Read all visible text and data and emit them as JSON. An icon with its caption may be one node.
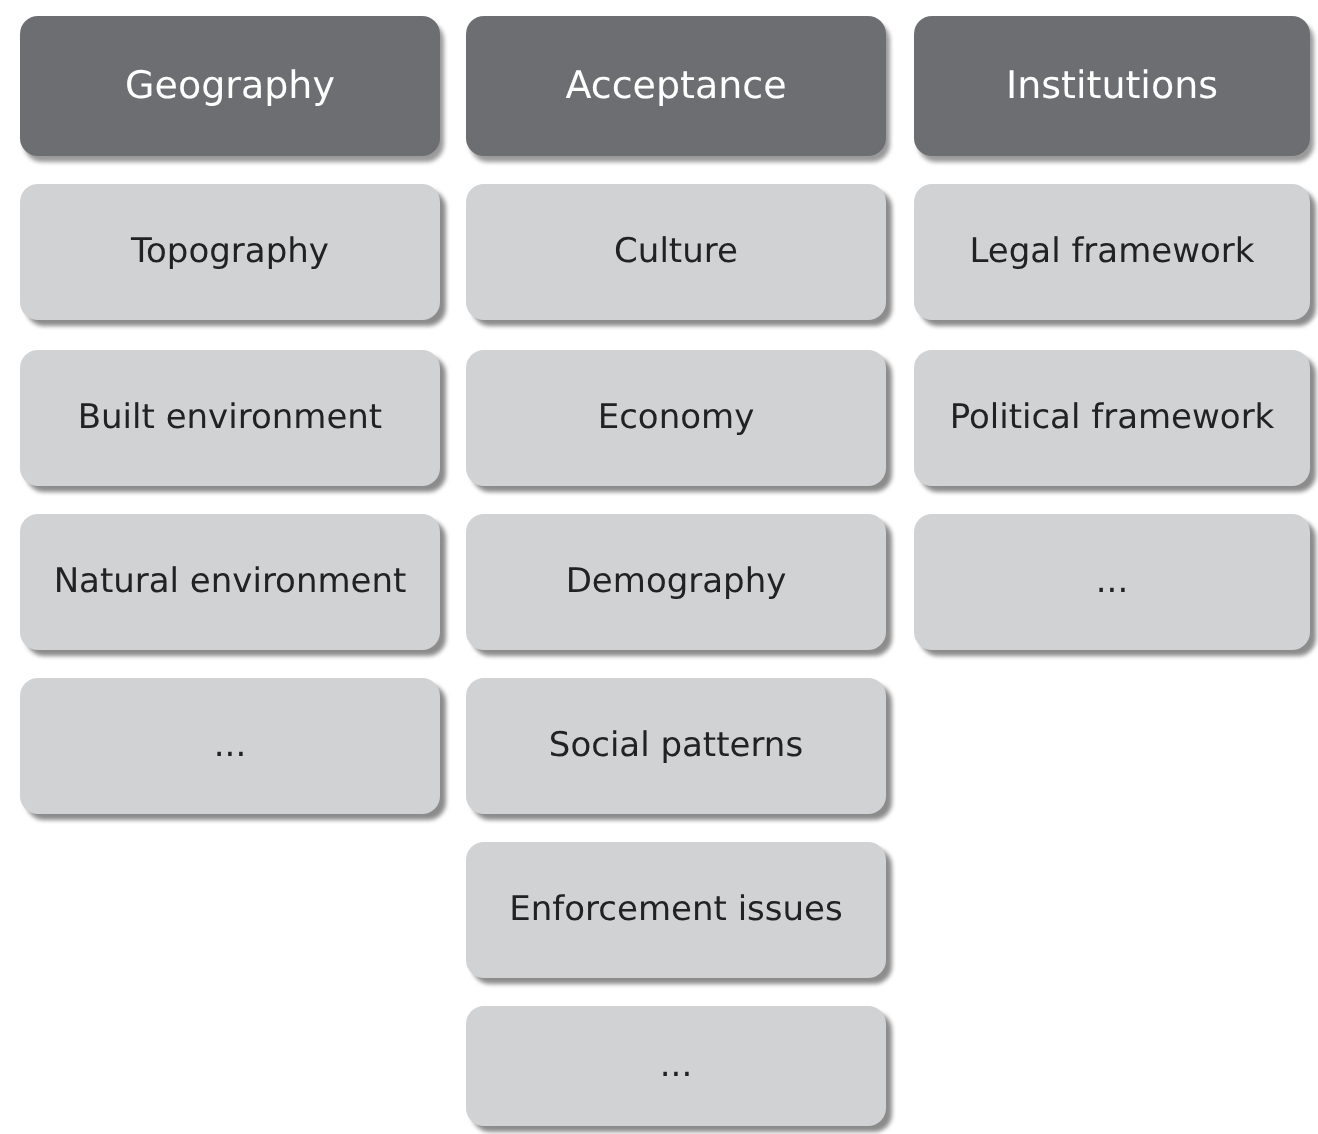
{
  "diagram": {
    "nodes": [
      {
        "text": [
          "Geography"
        ]
      },
      {
        "text": [
          "Topography"
        ]
      },
      {
        "text": [
          "Built environment"
        ]
      },
      {
        "text": [
          "Natural environment"
        ]
      },
      {
        "text": [
          "..."
        ]
      },
      {
        "text": [
          "Acceptance"
        ]
      },
      {
        "text": [
          "Culture"
        ]
      },
      {
        "text": [
          "Economy"
        ]
      },
      {
        "text": [
          "Demography"
        ]
      },
      {
        "text": [
          "Social patterns"
        ]
      },
      {
        "text": [
          "Enforcement issues"
        ]
      },
      {
        "text": [
          "..."
        ]
      },
      {
        "text": [
          "Institutions"
        ]
      },
      {
        "text": [
          "Legal framework"
        ]
      },
      {
        "text": [
          "Political framework"
        ]
      },
      {
        "text": [
          "..."
        ]
      }
    ],
    "edges": []
  }
}
